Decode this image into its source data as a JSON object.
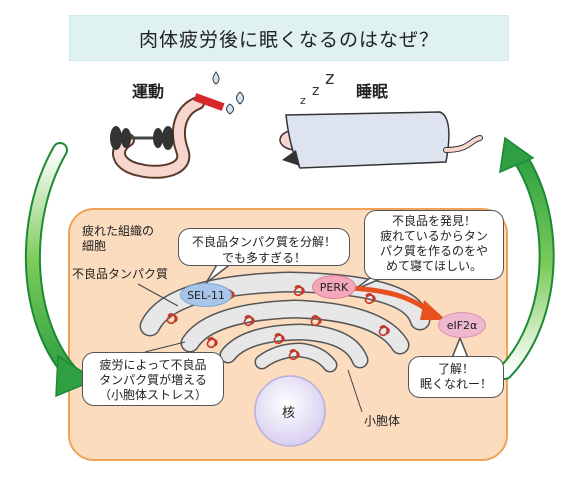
{
  "title": "肉体疲労後に眠くなるのはなぜ？",
  "labels": {
    "exercise": "運動",
    "sleep": "睡眠",
    "tired_tissue": [
      "疲れた組織の",
      "細胞"
    ],
    "bad_protein": "不良品タンパク質",
    "nucleus": "核",
    "er": "小胞体",
    "sel11": "SEL-11",
    "perk": "PERK",
    "eif2a": "eIF2α"
  },
  "bubbles": {
    "sel11_msg": [
      "不良品タンパク質を分解！",
      "でも多すぎる！"
    ],
    "perk_msg": [
      "不良品を発見！",
      "疲れているからタン",
      "パク質を作るのをや",
      "めて寝てほしい。"
    ],
    "stress_msg": [
      "疲労によって不良品",
      "タンパク質が増える",
      "（小胞体ストレス）"
    ],
    "eif2a_msg": [
      "了解！",
      "眠くなれー！"
    ]
  },
  "colors": {
    "cell_fill": "#fcdcbf",
    "cell_border": "#f0a256",
    "green_arrow": "#39b54a",
    "er_fill": "#e7e7e7",
    "protein": "#c0392b",
    "sel11_fill": "#a8c6ea",
    "perk_fill": "#f3a7b8",
    "eif2a_fill": "#f0b8cf",
    "nucleus_fill": "#e6e0f4",
    "red_arrow": "#e8501e"
  },
  "icons": [
    "worm-exercising-icon",
    "sweat-drops-icon",
    "worm-sleeping-icon",
    "zzz-icon"
  ]
}
